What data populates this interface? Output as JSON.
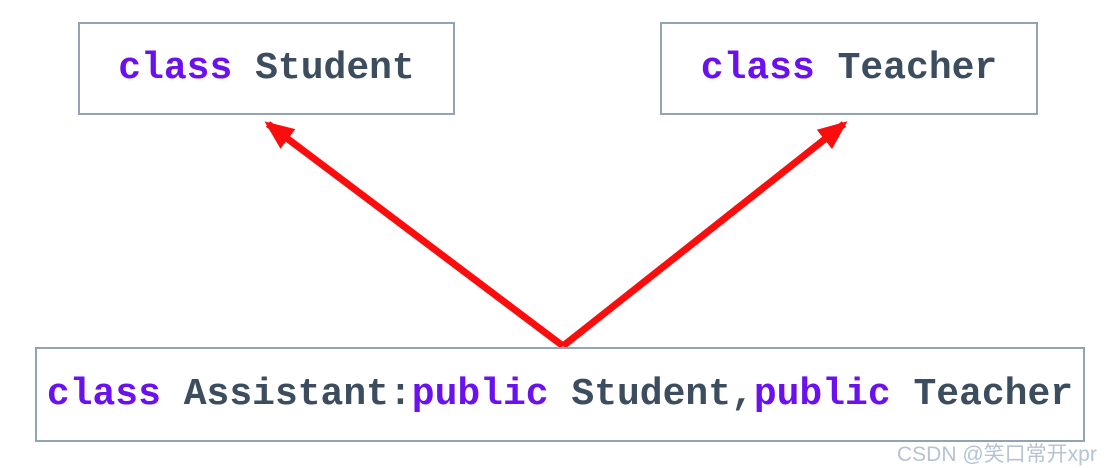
{
  "colors": {
    "keyword": "#6b10ee",
    "identifier": "#3b4d5e",
    "box_border": "#93a3b4",
    "arrow": "#fb0d0d",
    "watermark": "#b6c3d3"
  },
  "boxes": {
    "student": {
      "keyword": "class",
      "name": " Student"
    },
    "teacher": {
      "keyword": "class",
      "name": " Teacher"
    },
    "assistant": {
      "tokens": [
        {
          "type": "keyword",
          "text": "class"
        },
        {
          "type": "identifier",
          "text": " Assistant:"
        },
        {
          "type": "keyword",
          "text": "public"
        },
        {
          "type": "identifier",
          "text": " Student,"
        },
        {
          "type": "keyword",
          "text": "public"
        },
        {
          "type": "identifier",
          "text": " Teacher"
        }
      ]
    }
  },
  "relationships": [
    {
      "from": "Assistant",
      "to": "Student",
      "type": "public inheritance"
    },
    {
      "from": "Assistant",
      "to": "Teacher",
      "type": "public inheritance"
    }
  ],
  "watermark": {
    "text": "CSDN @笑口常开xpr"
  }
}
